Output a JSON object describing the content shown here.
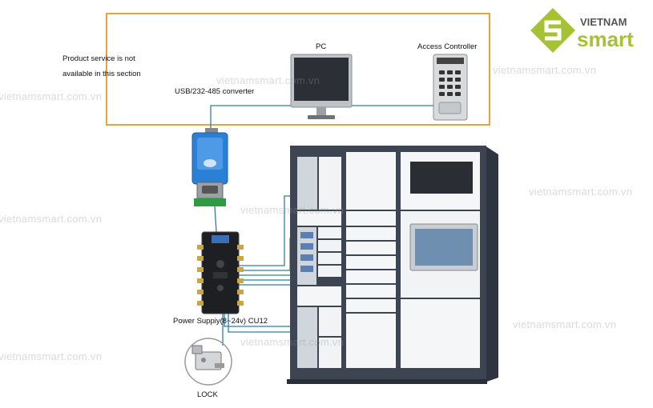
{
  "notice": {
    "line1": "Product service is not",
    "line2": "available in this section"
  },
  "labels": {
    "pc": "PC",
    "access_controller": "Access Controller",
    "converter": "USB/232-485 converter",
    "power_supply": "Power Suppiy(8~24v) CU12",
    "lock": "LOCK"
  },
  "logo": {
    "line1": "VIETNAM",
    "line2": "smart"
  },
  "watermark": "vietnamsmart.com.vn",
  "colors": {
    "frame": "#e8a33a",
    "wire": "#2f7fa0",
    "cabinet": "#3d4452",
    "logo_green": "#a5c234"
  }
}
